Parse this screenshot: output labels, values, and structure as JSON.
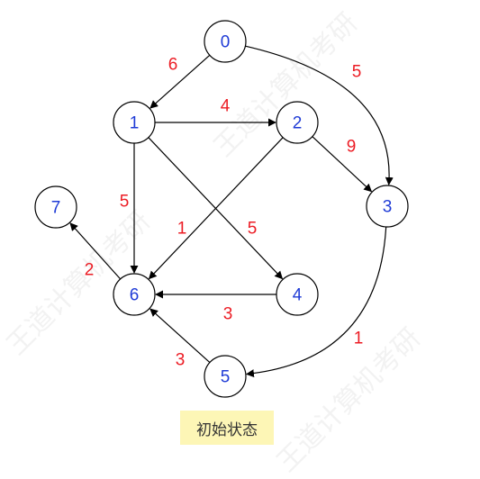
{
  "nodes": [
    {
      "id": "0",
      "label": "0"
    },
    {
      "id": "1",
      "label": "1"
    },
    {
      "id": "2",
      "label": "2"
    },
    {
      "id": "3",
      "label": "3"
    },
    {
      "id": "4",
      "label": "4"
    },
    {
      "id": "5",
      "label": "5"
    },
    {
      "id": "6",
      "label": "6"
    },
    {
      "id": "7",
      "label": "7"
    }
  ],
  "edges": [
    {
      "from": "0",
      "to": "1",
      "weight": "6"
    },
    {
      "from": "0",
      "to": "3",
      "weight": "5"
    },
    {
      "from": "1",
      "to": "2",
      "weight": "4"
    },
    {
      "from": "1",
      "to": "6",
      "weight": "5"
    },
    {
      "from": "1",
      "to": "4",
      "weight": "5"
    },
    {
      "from": "2",
      "to": "3",
      "weight": "9"
    },
    {
      "from": "2",
      "to": "6",
      "weight": "1"
    },
    {
      "from": "3",
      "to": "5",
      "weight": "1"
    },
    {
      "from": "4",
      "to": "6",
      "weight": "3"
    },
    {
      "from": "5",
      "to": "6",
      "weight": "3"
    },
    {
      "from": "6",
      "to": "7",
      "weight": "2"
    }
  ],
  "caption": "初始状态",
  "watermark_text": "王道计算机考研",
  "colors": {
    "node_label": "#1f3bd6",
    "weight_label": "#ec1c24",
    "caption_background": "#fdf6b6"
  }
}
